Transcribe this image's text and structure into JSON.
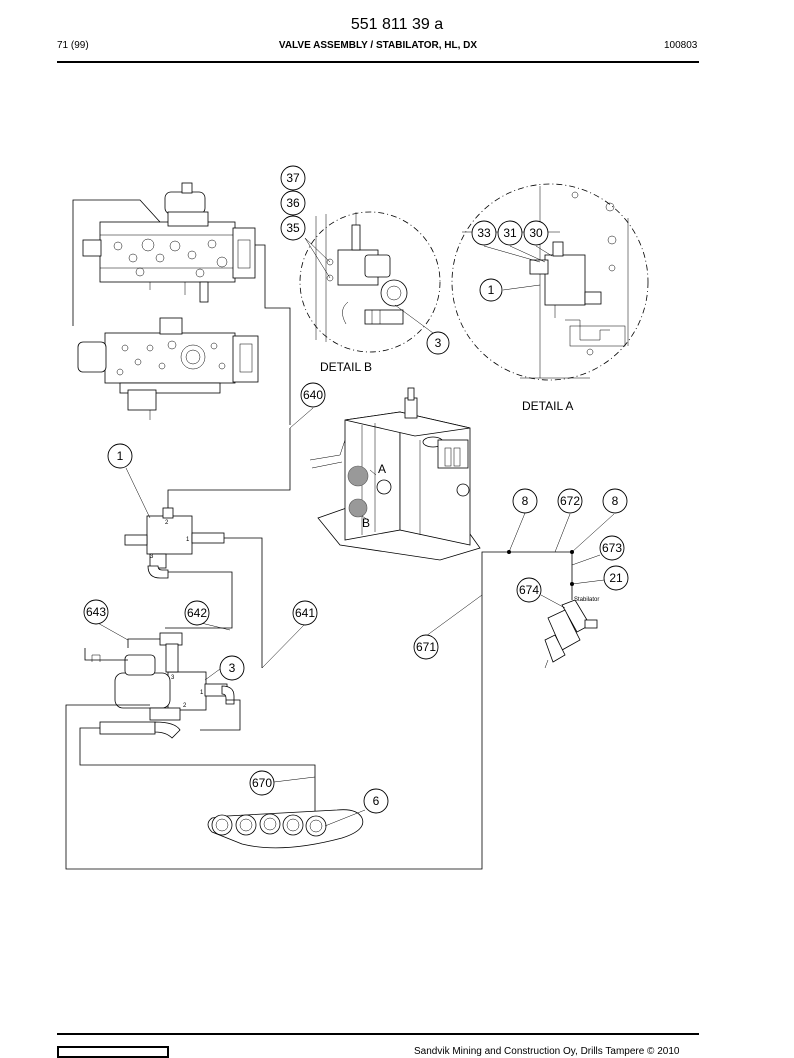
{
  "header": {
    "doc_number": "551 811 39 a",
    "page_ref": "71 (99)",
    "title": "VALVE ASSEMBLY / STABILATOR, HL, DX",
    "date": "100803"
  },
  "drawing": {
    "detail_a_label": "DETAIL A",
    "detail_b_label": "DETAIL B",
    "marker_a": "A",
    "marker_b": "B",
    "stabilator_text": "Stabilator",
    "balloons": {
      "b37": "37",
      "b36": "36",
      "b35": "35",
      "b3_detail": "3",
      "b33": "33",
      "b31": "31",
      "b30": "30",
      "b1_detail": "1",
      "b640": "640",
      "b1": "1",
      "b8_left": "8",
      "b672": "672",
      "b8_right": "8",
      "b673": "673",
      "b21": "21",
      "b674": "674",
      "b643": "643",
      "b642": "642",
      "b641": "641",
      "b671": "671",
      "b3": "3",
      "b670": "670",
      "b6": "6"
    }
  },
  "footer": {
    "copyright": "Sandvik Mining and Construction Oy, Drills Tampere © 2010"
  }
}
